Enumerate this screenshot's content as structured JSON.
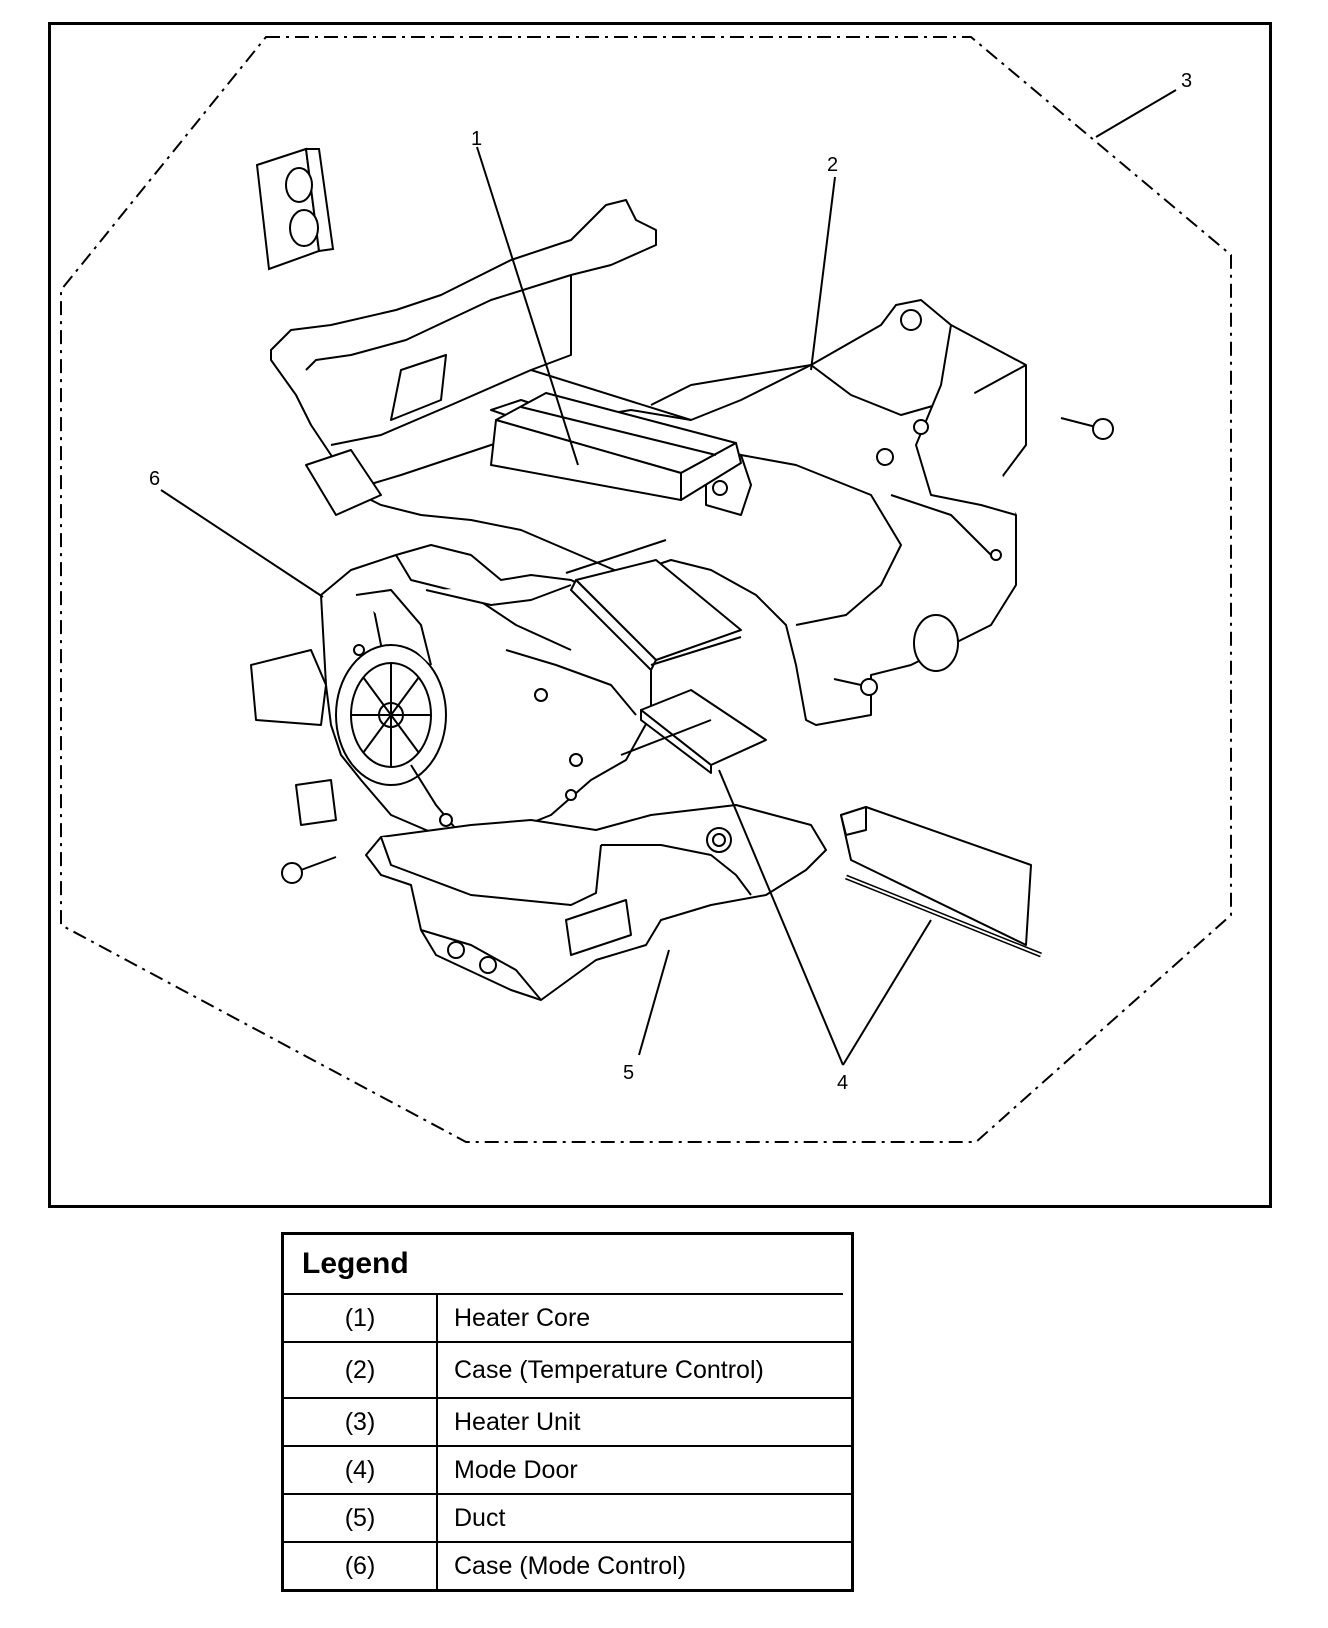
{
  "diagram": {
    "callouts": [
      "1",
      "2",
      "3",
      "4",
      "5",
      "6"
    ]
  },
  "legend": {
    "title": "Legend",
    "rows": [
      {
        "num": "(1)",
        "desc": "Heater Core"
      },
      {
        "num": "(2)",
        "desc": "Case (Temperature Control)"
      },
      {
        "num": "(3)",
        "desc": "Heater Unit"
      },
      {
        "num": "(4)",
        "desc": "Mode Door"
      },
      {
        "num": "(5)",
        "desc": "Duct"
      },
      {
        "num": "(6)",
        "desc": "Case (Mode Control)"
      }
    ]
  }
}
